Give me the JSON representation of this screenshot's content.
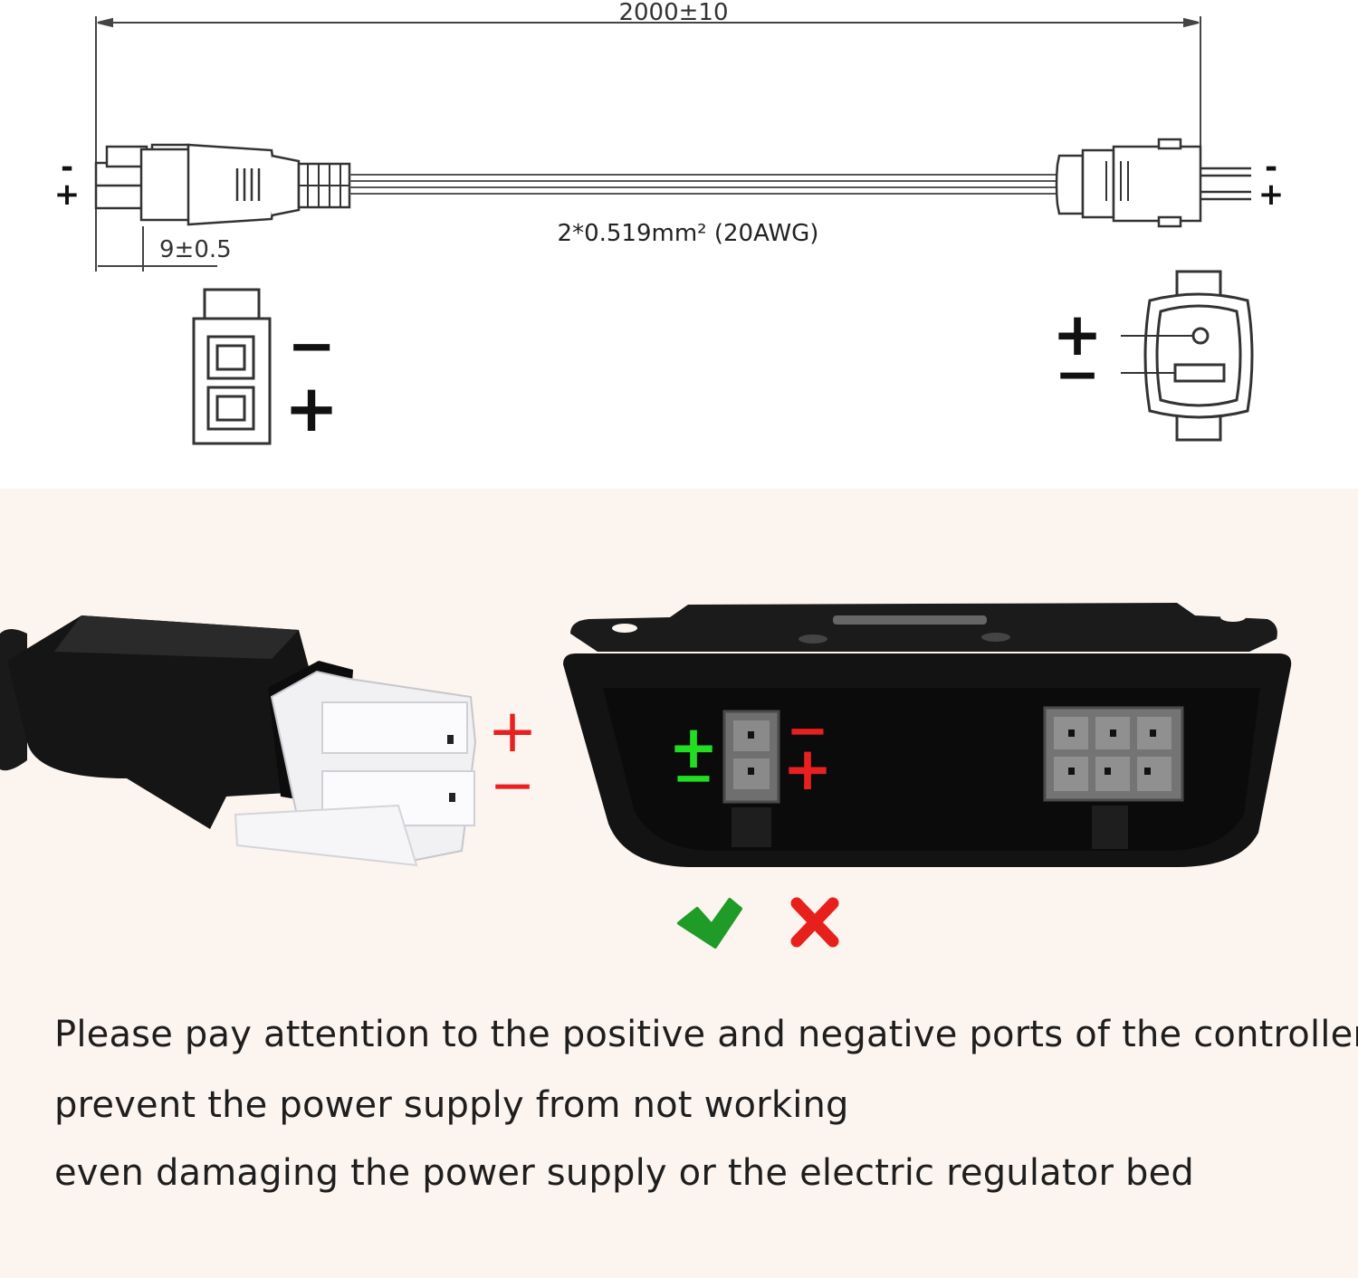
{
  "drawing": {
    "length_dimension": "2000±10",
    "tip_dimension": "9±0.5",
    "wire_spec": "2*0.519mm² (20AWG)",
    "left_plug_pins": {
      "top": "-",
      "bottom": "+"
    },
    "right_plug_pins": {
      "top": "-",
      "bottom": "+"
    },
    "left_face": {
      "top": "−",
      "bottom": "+"
    },
    "right_face": {
      "top": "+",
      "bottom": "−"
    }
  },
  "photo": {
    "plug_labels": {
      "top": "+",
      "bottom": "−"
    },
    "controller_correct": {
      "top": "+",
      "bottom": "−"
    },
    "controller_wrong": {
      "top": "−",
      "bottom": "+"
    },
    "correct_mark": "check-icon",
    "wrong_mark": "cross-icon"
  },
  "colors": {
    "correct": "#22dd22",
    "wrong": "#e82020",
    "photo_background": "#fcf4ef"
  },
  "caption": [
    "Please pay attention to the positive and negative ports of the controller",
    "prevent the power supply from not working",
    "even damaging the power supply or the electric regulator bed"
  ]
}
